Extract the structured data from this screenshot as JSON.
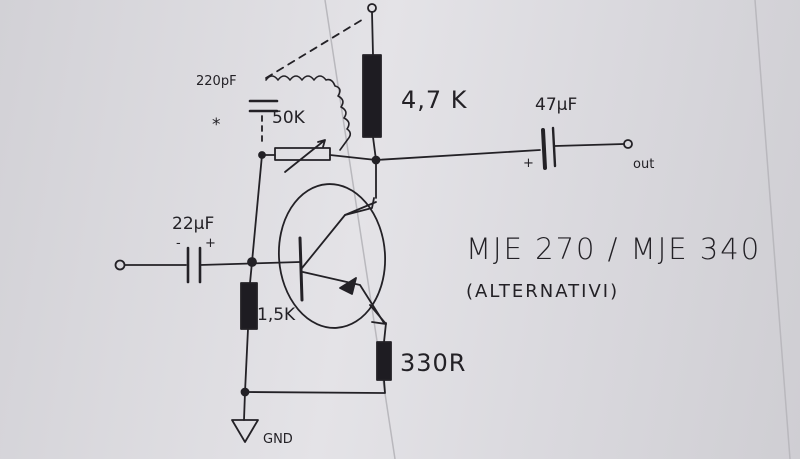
{
  "labels": {
    "cap_feedback": "220pF",
    "pot": "50K",
    "pot_marker": "*",
    "r_collector": "4,7 K",
    "cap_out": "47μF",
    "cap_out_polarity": "+",
    "out": "out",
    "cap_in": "22μF",
    "cap_in_neg": "-",
    "cap_in_pos": "+",
    "r_base": "1,5K",
    "r_emitter": "330R",
    "gnd": "GND",
    "part_number": "MJE 270 / MJE 340",
    "part_note": "(ALTERNATIVI)"
  },
  "colors": {
    "paper": "#dcdbe0",
    "ink": "#232126",
    "resistor_fill": "#1e1c22"
  }
}
